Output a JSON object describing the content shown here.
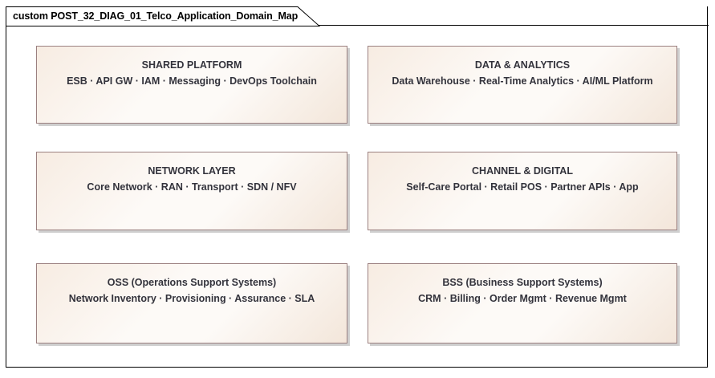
{
  "diagram": {
    "tab_label": "custom POST_32_DIAG_01_Telco_Application_Domain_Map",
    "colors": {
      "frame_border": "#000000",
      "package_border": "#9b8080",
      "package_fill_light": "#fdfaf7",
      "package_fill_tint": "#f3e6da",
      "package_shadow": "#cfcfcf",
      "text": "#33333c",
      "background": "#ffffff"
    },
    "packages": [
      {
        "id": "shared-platform",
        "title": "SHARED PLATFORM",
        "subtitle": "ESB · API GW · IAM · Messaging · DevOps Toolchain",
        "column": "left",
        "row": 1
      },
      {
        "id": "data-and-analytics",
        "title": "DATA & ANALYTICS",
        "subtitle": "Data Warehouse · Real-Time Analytics · AI/ML Platform",
        "column": "right",
        "row": 1
      },
      {
        "id": "network-layer",
        "title": "NETWORK LAYER",
        "subtitle": "Core Network · RAN · Transport · SDN / NFV",
        "column": "left",
        "row": 2
      },
      {
        "id": "channel-and-digital",
        "title": "CHANNEL & DIGITAL",
        "subtitle": "Self-Care Portal · Retail POS · Partner APIs · App",
        "column": "right",
        "row": 2
      },
      {
        "id": "oss",
        "title": "OSS (Operations Support Systems)",
        "subtitle": "Network Inventory · Provisioning · Assurance · SLA",
        "column": "left",
        "row": 3
      },
      {
        "id": "bss",
        "title": "BSS (Business Support Systems)",
        "subtitle": "CRM · Billing · Order Mgmt · Revenue Mgmt",
        "column": "right",
        "row": 3
      }
    ]
  }
}
